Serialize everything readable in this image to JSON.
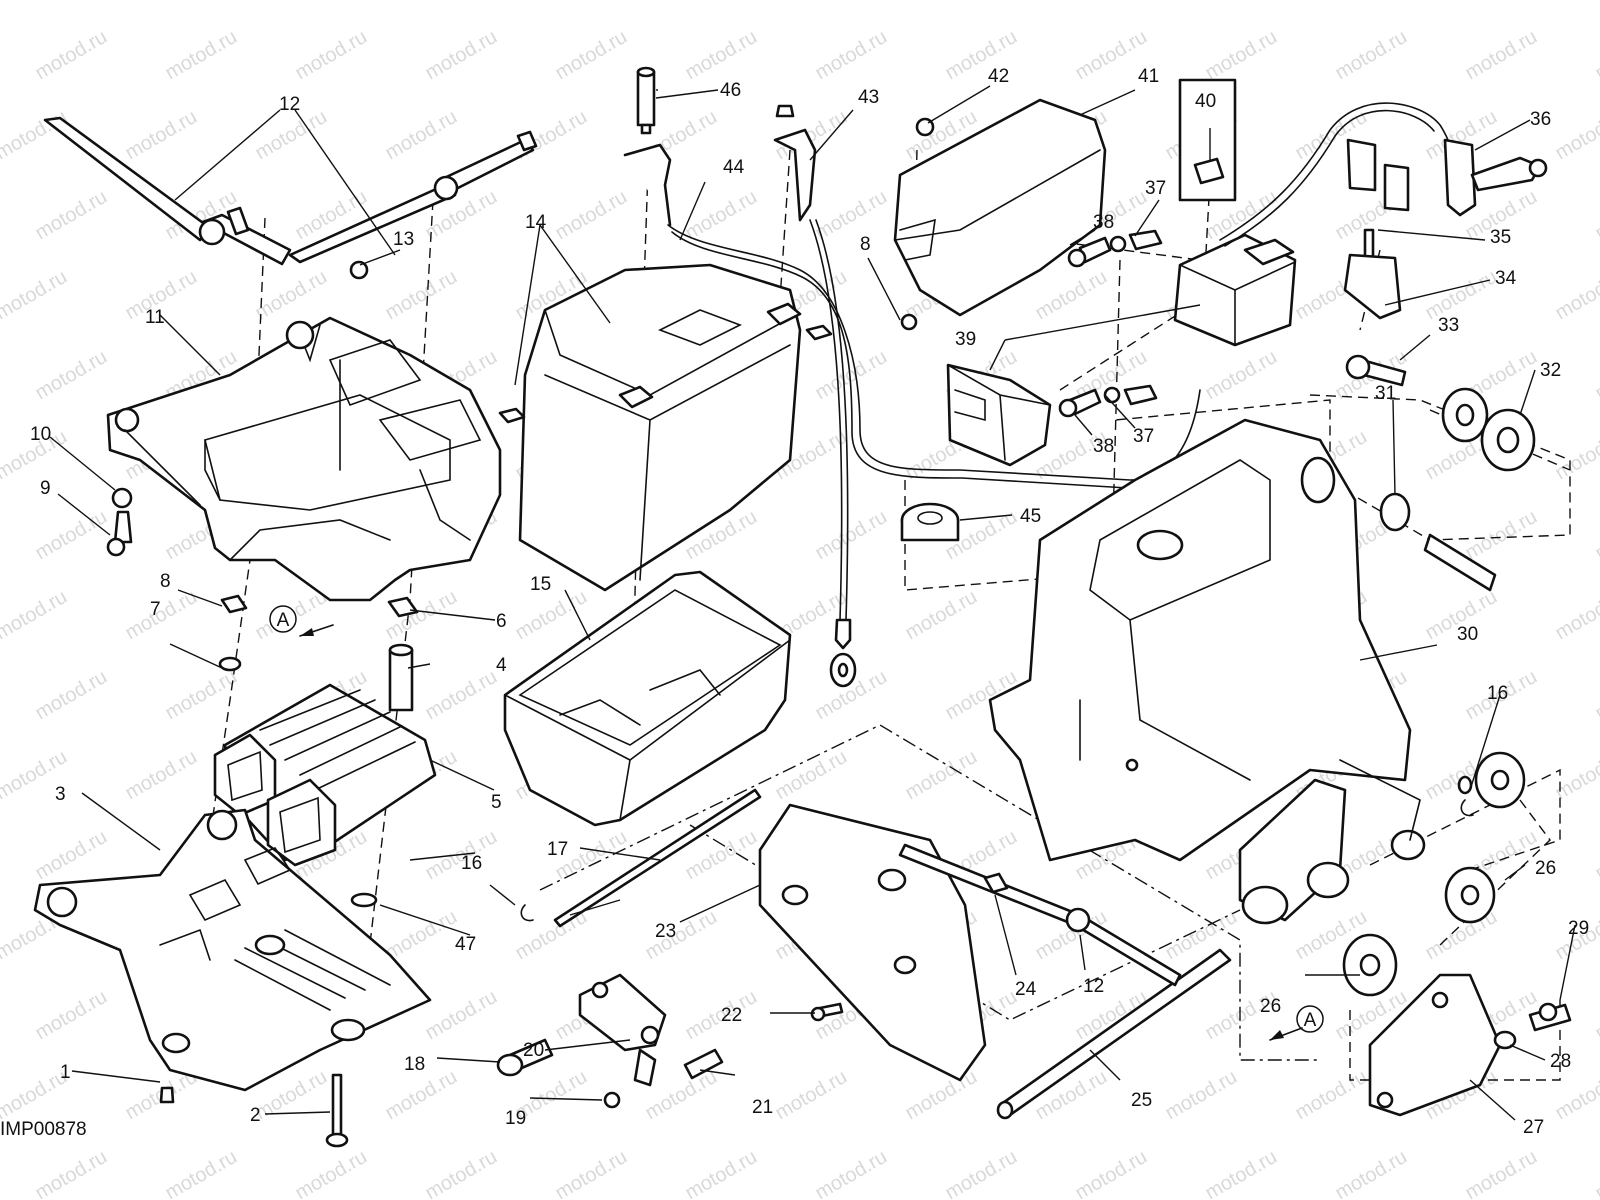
{
  "drawing_code": "IMP00878",
  "watermark": "motod.ru",
  "callouts": {
    "c1": "1",
    "c2": "2",
    "c3": "3",
    "c4": "4",
    "c5": "5",
    "c6": "6",
    "c7": "7",
    "c8a": "8",
    "c8b": "8",
    "c9": "9",
    "c10": "10",
    "c11": "11",
    "c12a": "12",
    "c12b": "12",
    "c13": "13",
    "c14": "14",
    "c15": "15",
    "c16a": "16",
    "c16b": "16",
    "c17": "17",
    "c18": "18",
    "c19": "19",
    "c20": "20",
    "c21": "21",
    "c22": "22",
    "c23": "23",
    "c24": "24",
    "c25": "25",
    "c26a": "26",
    "c26b": "26",
    "c27": "27",
    "c28": "28",
    "c29": "29",
    "c30": "30",
    "c31": "31",
    "c32": "32",
    "c33": "33",
    "c34": "34",
    "c35": "35",
    "c36": "36",
    "c37a": "37",
    "c37b": "37",
    "c38a": "38",
    "c38b": "38",
    "c39": "39",
    "c40": "40",
    "c41": "41",
    "c42": "42",
    "c43": "43",
    "c44": "44",
    "c45": "45",
    "c46": "46",
    "c47": "47"
  },
  "view_markers": {
    "a1": "A",
    "a2": "A"
  }
}
